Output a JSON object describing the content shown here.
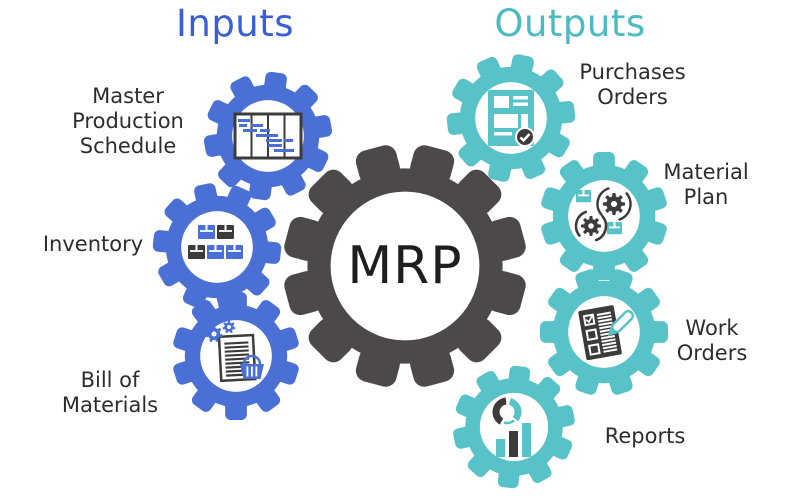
{
  "titles": {
    "inputs": "Inputs",
    "outputs": "Outputs"
  },
  "center": {
    "label": "MRP",
    "icon": "mrp-gear-icon"
  },
  "colors": {
    "input_gear": "#4a70d6",
    "output_gear": "#58c2c9",
    "center_gear": "#4d4949",
    "inputs_title": "#3a5ed6",
    "outputs_title": "#4cbac2",
    "label_text": "#2d2d2d",
    "mrp_text": "#1e1e1e",
    "icon_dark": "#3d3a3a",
    "white": "#ffffff"
  },
  "inputs": [
    {
      "label": "Master Production Schedule",
      "icon": "production-schedule-icon"
    },
    {
      "label": "Inventory",
      "icon": "inventory-boxes-icon"
    },
    {
      "label": "Bill of Materials",
      "icon": "bill-of-materials-icon"
    }
  ],
  "outputs": [
    {
      "label": "Purchases Orders",
      "icon": "purchase-order-icon"
    },
    {
      "label": "Material Plan",
      "icon": "material-plan-icon"
    },
    {
      "label": "Work Orders",
      "icon": "work-order-icon"
    },
    {
      "label": "Reports",
      "icon": "reports-chart-icon"
    }
  ]
}
